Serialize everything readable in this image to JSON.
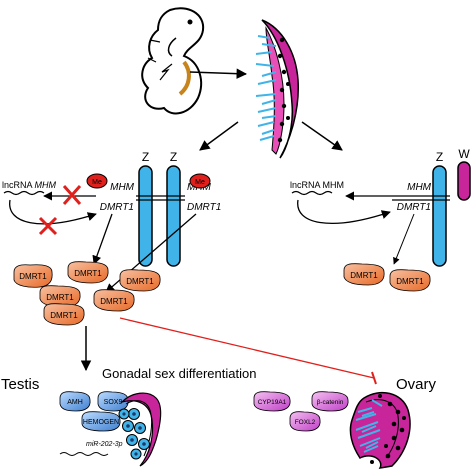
{
  "chromosomes": {
    "z1": "Z",
    "z2": "Z",
    "z3": "Z",
    "w": "W"
  },
  "loci": {
    "left_mhm": "MHM",
    "left_dmrt1": "DMRT1",
    "right_mhm": "MHM",
    "right_dmrt1": "DMRT1",
    "mid_mhm": "MHM",
    "mid_dmrt1": "DMRT1"
  },
  "lncrna": {
    "left": "lncRNA ",
    "left_italic": "MHM",
    "right": "lncRNA MHM"
  },
  "marks": {
    "left": "Me",
    "right": "Me"
  },
  "proteins": {
    "male": [
      "DMRT1",
      "DMRT1",
      "DMRT1",
      "DMRT1",
      "DMRT1",
      "DMRT1"
    ],
    "female": [
      "DMRT1",
      "DMRT1"
    ]
  },
  "process_label": "Gonadal sex differentiation",
  "testis": {
    "title": "Testis",
    "factors": [
      "AMH",
      "SOX9",
      "HEMOGEN"
    ],
    "mirna": "miR-202-3p"
  },
  "ovary": {
    "title": "Ovary",
    "factors": [
      "CYP19A1",
      "β-catenin",
      "FOXL2"
    ]
  },
  "colors": {
    "chromosome_z": "#40b4e8",
    "chromosome_w": "#c8259a",
    "methyl": "#e0201c",
    "dmrt1_fill": "#f0884a",
    "inhibit": "#e0201c",
    "testis_factor": "#3f8fd8",
    "ovary_factor": "#c84ed0"
  }
}
